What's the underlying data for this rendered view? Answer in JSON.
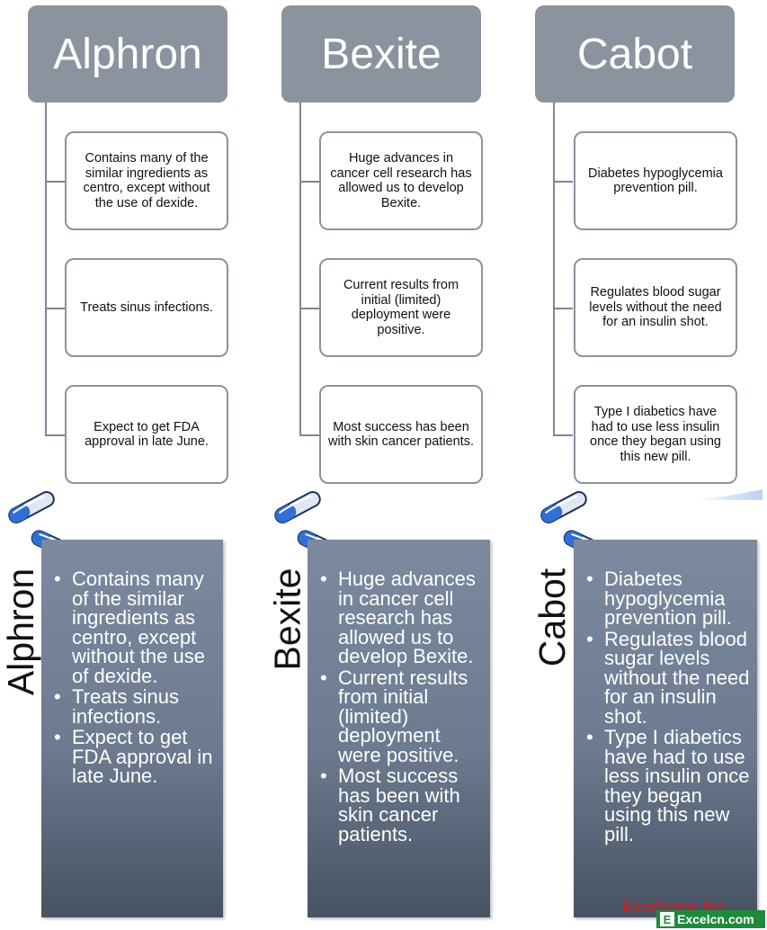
{
  "columns": [
    {
      "title": "Alphron",
      "items": [
        "Contains many of the similar ingredients as centro, except without the use of dexide.",
        "Treats sinus infections.",
        "Expect to get FDA approval in late June."
      ]
    },
    {
      "title": "Bexite",
      "items": [
        "Huge advances in cancer cell research has allowed us to develop Bexite.",
        "Current results from initial (limited) deployment were positive.",
        "Most success has been with skin cancer patients."
      ]
    },
    {
      "title": "Cabot",
      "items": [
        "Diabetes hypoglycemia prevention pill.",
        "Regulates blood sugar levels without the need for an insulin shot.",
        "Type I diabetics have had to use less insulin once they began using this new pill."
      ]
    }
  ],
  "watermark": {
    "top_text": "Excelhome.Net",
    "badge_letter": "E",
    "badge_text": "Excelcn.com"
  },
  "colors": {
    "header_bg": "#8a939e",
    "panel_top": "#7c8a9f",
    "panel_bottom": "#475263",
    "pill_blue": "#2f6fd6"
  },
  "icons": [
    "pill-icon"
  ]
}
